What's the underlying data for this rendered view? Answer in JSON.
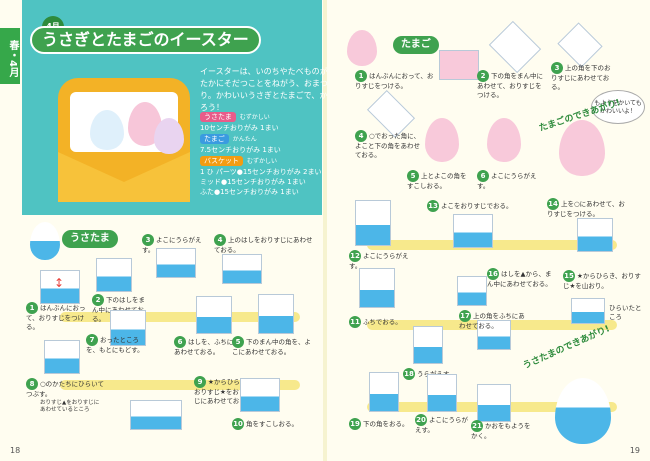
{
  "side_tab": "春・4月",
  "month": "4月",
  "title": "うさぎとたまごのイースター",
  "intro": "イースターは、いのちやたべものがゆたかにそだつことをねがう、おまつり。かわいいうさぎとたまごで、かざろう！",
  "materials": {
    "usatama": {
      "label": "うさたま",
      "difficulty": "むずかしい",
      "paper": "10センチおりがみ 1まい"
    },
    "tamago": {
      "label": "たまご",
      "difficulty": "かんたん",
      "paper": "7.5センチおりがみ 1まい"
    },
    "basket": {
      "label": "バスケット",
      "difficulty": "むずかしい",
      "lines": [
        "1 ひ パーツ●15センチおりがみ 2まい",
        "ミッド●15センチおりがみ 1まい",
        "ふた●15センチおりがみ 1まい"
      ]
    }
  },
  "sections": {
    "usatama": "うさたま",
    "tamago": "たまご"
  },
  "usatama_steps": [
    {
      "n": "1",
      "text": "はんぶんにおって、おりすじをつける。"
    },
    {
      "n": "2",
      "text": "下のはしをまん中にあわせておる。"
    },
    {
      "n": "3",
      "text": "よこにうらがえす。"
    },
    {
      "n": "4",
      "text": "上のはしをおりすじにあわせておる。"
    },
    {
      "n": "5",
      "text": "下のまん中の角を、よこにあわせておる。"
    },
    {
      "n": "6",
      "text": "はしを、ふちにあわせておる。"
    },
    {
      "n": "7",
      "text": "おったところを、もとにもどす。"
    },
    {
      "n": "8",
      "text": "○のかたちにひらいてつぶす。"
    },
    {
      "n": "9",
      "text": "★からひらき、おりすじ★をおりすじにあわせておる。"
    },
    {
      "n": "10",
      "text": "角をすこしおる。"
    },
    {
      "n": "11",
      "text": "ふちでおる。"
    },
    {
      "n": "12",
      "text": "よこにうらがえす。"
    },
    {
      "n": "13",
      "text": "よこをおりすじでおる。"
    },
    {
      "n": "14",
      "text": "上を○にあわせて、おりすじをつける。"
    },
    {
      "n": "15",
      "text": "★からひらき、おりすじ★を山おり。"
    },
    {
      "n": "16",
      "text": "はしを▲から、まん中にあわせておる。"
    },
    {
      "n": "17",
      "text": "上の角をふちにあわせておる。"
    },
    {
      "n": "18",
      "text": "うらがえす。"
    },
    {
      "n": "19",
      "text": "下の角をおる。"
    },
    {
      "n": "20",
      "text": "よこにうらがえす。"
    },
    {
      "n": "21",
      "text": "かおをもようをかく。"
    }
  ],
  "tamago_steps": [
    {
      "n": "1",
      "text": "はんぶんにおって、おりすじをつける。"
    },
    {
      "n": "2",
      "text": "下の角をまん中にあわせて、おりすじをつける。"
    },
    {
      "n": "3",
      "text": "上の角を下のおりすじにあわせておる。"
    },
    {
      "n": "4",
      "text": "○でおった角に、よこと下の角をあわせておる。"
    },
    {
      "n": "5",
      "text": "上とよこの角をすこしおる。"
    },
    {
      "n": "6",
      "text": "よこにうらがえす。"
    }
  ],
  "tamago_bubble": "もようをかいてもかわいいよ！",
  "tamago_done": "たまごのできあがり!",
  "usatama_done": "うさたまのできあがり!",
  "open_note": "ひらいたところ",
  "note8": "おりすじ▲をおりすじにあわせているところ",
  "page_left": "18",
  "page_right": "19"
}
